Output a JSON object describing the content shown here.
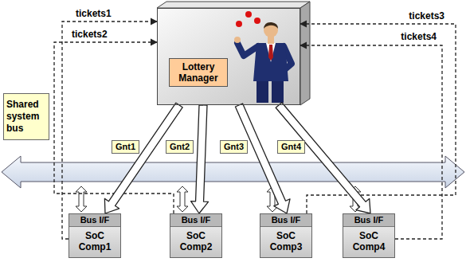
{
  "diagram": {
    "nodes": [
      {
        "text": [
          "Lottery Manager"
        ]
      },
      {
        "text": [
          "Shared system bus"
        ]
      },
      {
        "text": [
          "Bus I/F",
          "SoC Comp1"
        ]
      },
      {
        "text": [
          "Bus I/F",
          "SoC Comp2"
        ]
      },
      {
        "text": [
          "Bus I/F",
          "SoC Comp3"
        ]
      },
      {
        "text": [
          "Bus I/F",
          "SoC Comp4"
        ]
      }
    ],
    "edges": [
      {
        "from": 2,
        "to": 0,
        "arrow": "to",
        "label": "tickets1"
      },
      {
        "from": 3,
        "to": 0,
        "arrow": "to",
        "label": "tickets2"
      },
      {
        "from": 4,
        "to": 0,
        "arrow": "to",
        "label": "tickets3"
      },
      {
        "from": 5,
        "to": 0,
        "arrow": "to",
        "label": "tickets4"
      },
      {
        "from": 0,
        "to": 2,
        "arrow": "to",
        "label": "Gnt1"
      },
      {
        "from": 0,
        "to": 3,
        "arrow": "to",
        "label": "Gnt2"
      },
      {
        "from": 0,
        "to": 4,
        "arrow": "to",
        "label": "Gnt3"
      },
      {
        "from": 0,
        "to": 5,
        "arrow": "to",
        "label": "Gnt4"
      }
    ]
  }
}
